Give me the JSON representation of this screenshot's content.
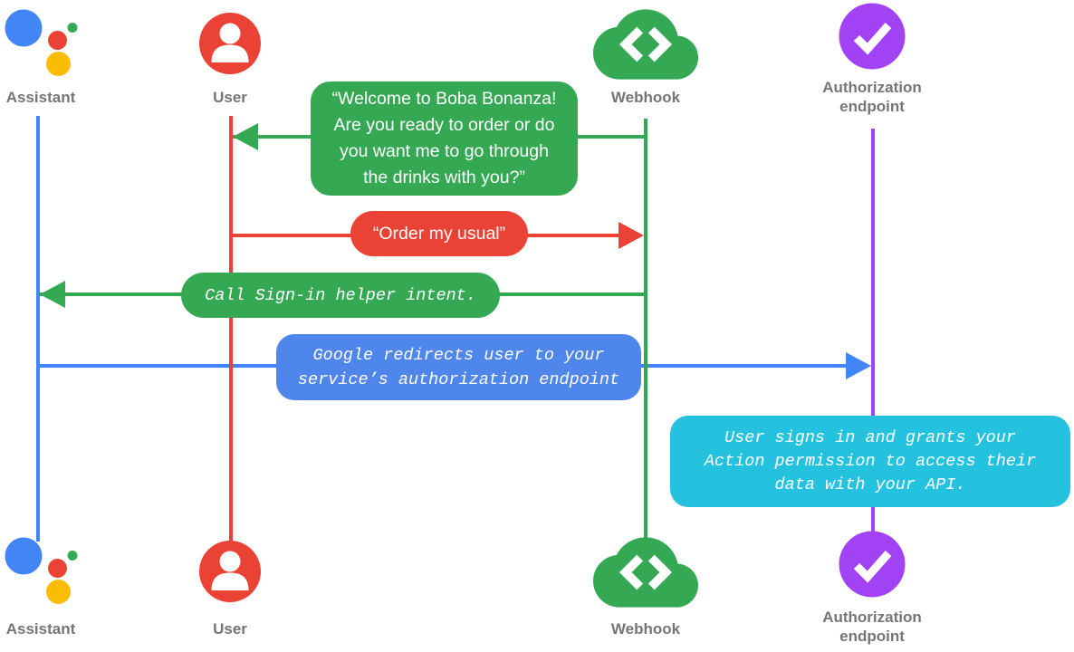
{
  "colors": {
    "google_blue": "#4285f4",
    "google_red": "#ea4335",
    "google_green": "#34a853",
    "google_yellow": "#fbbc04",
    "violet": "#a142f4",
    "cyan": "#25c2e0",
    "bubble_blue": "#4e86ec",
    "label_gray": "#757575"
  },
  "actors": [
    {
      "label": "Assistant",
      "icon": "google-assistant-logo",
      "color": "#4285f4"
    },
    {
      "label": "User",
      "icon": "account-circle",
      "color": "#ea4335"
    },
    {
      "label": "Webhook",
      "icon": "cloud-code",
      "color": "#34a853"
    },
    {
      "label": "Authorization endpoint",
      "icon": "check-circle",
      "color": "#a142f4"
    }
  ],
  "messages": [
    {
      "from": "Webhook",
      "to": "User",
      "kind": "speech-bubble",
      "direction": "left",
      "color": "#34a853",
      "text": "“Welcome to Boba Bonanza!\nAre you ready to order or do\nyou want me to go through\nthe drinks with you?”"
    },
    {
      "from": "User",
      "to": "Webhook",
      "kind": "speech-bubble",
      "direction": "right",
      "color": "#ea4335",
      "text": "“Order my usual”"
    },
    {
      "from": "Webhook",
      "to": "Assistant",
      "kind": "code-bubble",
      "direction": "left",
      "color": "#34a853",
      "text": "Call Sign-in helper intent."
    },
    {
      "from": "Assistant",
      "to": "Authorization endpoint",
      "kind": "code-bubble",
      "direction": "right",
      "color": "#4e86ec",
      "text": "Google redirects user to your\nservice’s authorization endpoint"
    },
    {
      "on": "Authorization endpoint",
      "kind": "code-note",
      "color": "#25c2e0",
      "text": "User signs in and grants your\nAction permission to access their\ndata with your API."
    }
  ]
}
